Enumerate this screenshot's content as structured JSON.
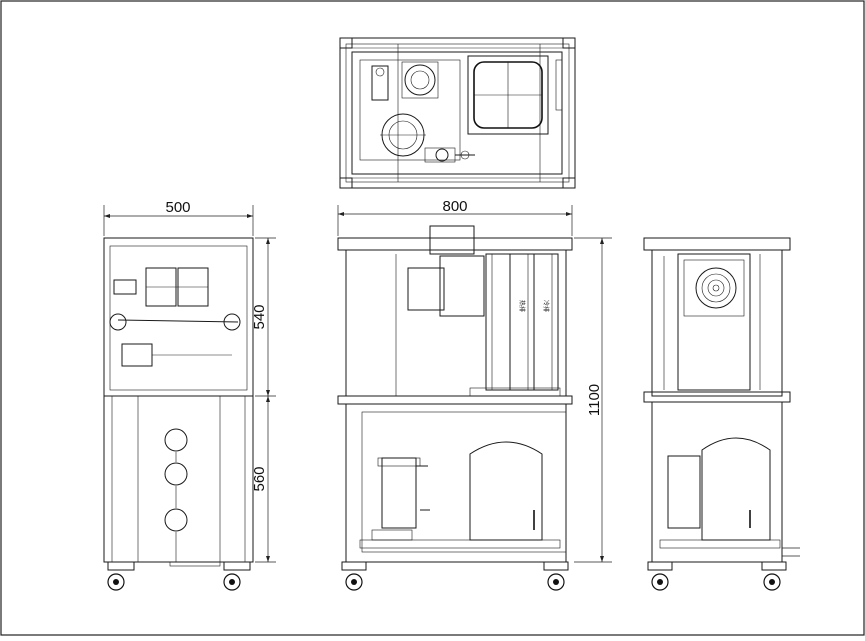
{
  "dimensions": {
    "side_width": "500",
    "front_width": "800",
    "top_height": "540",
    "bottom_height": "560",
    "total_height": "1100"
  },
  "labels": {
    "hot_side": "热排",
    "cold_side": "冷排"
  },
  "colors": {
    "line": "#1a1a1a",
    "background": "#ffffff"
  }
}
